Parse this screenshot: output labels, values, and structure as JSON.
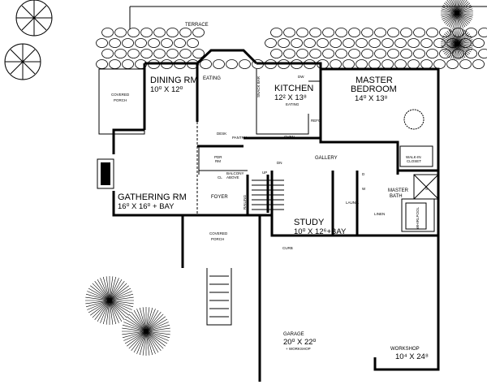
{
  "plan": {
    "terrace": "TERRACE",
    "covered_porch_side": [
      "COVERED",
      "PORCH"
    ],
    "dining": {
      "name": "DINING RM",
      "dims": "10⁰ X 12⁰"
    },
    "eating_nook": "EATING",
    "kitchen": {
      "name": "KITCHEN",
      "dims": "12² X 13⁸",
      "note": "EATING",
      "snack_bar": "SNACK BAR",
      "dw": "DW",
      "refg": "REFG",
      "oven": "OVEN",
      "pantry": "PANTRY",
      "desk": "DESK"
    },
    "master_bedroom": {
      "name": [
        "MASTER",
        "BEDROOM"
      ],
      "dims": "14⁰ X 13⁸"
    },
    "gathering": {
      "name": "GATHERING RM",
      "dims": "16⁰ X 16⁰ + BAY"
    },
    "pwdr": [
      "PDR",
      "RM"
    ],
    "closet": "CL",
    "balcony_above": [
      "BALCONY",
      "ABOVE"
    ],
    "foyer": "FOYER",
    "railing": "RAILING",
    "stairs_up": "UP",
    "stairs_dn": "DN",
    "gallery": "GALLERY",
    "walk_in_closet": [
      "WALK-IN",
      "CLOSET"
    ],
    "laundry": "LAUND.",
    "linen": "LINEN",
    "washer": "W",
    "dryer": "D",
    "master_bath": [
      "MASTER",
      "BATH"
    ],
    "whirlpool": "WHIRLPOOL",
    "shower": "S",
    "study": {
      "name": "STUDY",
      "dims": "10⁰ X 12⁶+BAY"
    },
    "covered_porch_front": [
      "COVERED",
      "PORCH"
    ],
    "curb": "CURB",
    "garage": {
      "name": "GARAGE",
      "dims": "20⁰ X 22⁰",
      "note": "+ WORKSHOP"
    },
    "workshop": {
      "name": "WORKSHOP",
      "dims": "10⁴ X 24⁸"
    }
  }
}
